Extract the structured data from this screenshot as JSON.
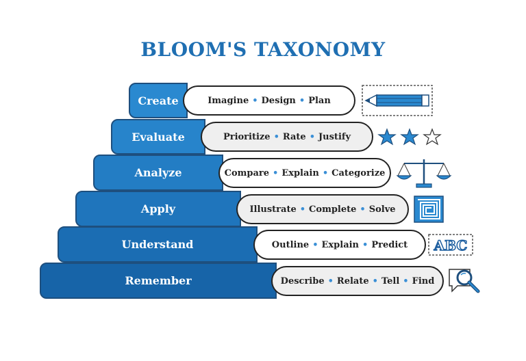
{
  "title": "BLOOM'S TAXONOMY",
  "levels": [
    {
      "name": "Create",
      "verbs": [
        "Imagine",
        "Design",
        "Plan"
      ],
      "icon": "pencil-icon"
    },
    {
      "name": "Evaluate",
      "verbs": [
        "Prioritize",
        "Rate",
        "Justify"
      ],
      "icon": "stars-icon"
    },
    {
      "name": "Analyze",
      "verbs": [
        "Compare",
        "Explain",
        "Categorize"
      ],
      "icon": "scales-icon"
    },
    {
      "name": "Apply",
      "verbs": [
        "Illustrate",
        "Complete",
        "Solve"
      ],
      "icon": "maze-icon"
    },
    {
      "name": "Understand",
      "verbs": [
        "Outline",
        "Explain",
        "Predict"
      ],
      "icon": "abc-icon"
    },
    {
      "name": "Remember",
      "verbs": [
        "Describe",
        "Relate",
        "Tell",
        "Find"
      ],
      "icon": "magnifier-icon"
    }
  ],
  "abc_text": "ABC",
  "colors": {
    "title": "#1f6fb2",
    "steps": [
      "#2a89d0",
      "#2784cb",
      "#237dc4",
      "#1f75bc",
      "#1b6db3",
      "#1764a8"
    ],
    "separator": "#3a8fd6"
  }
}
